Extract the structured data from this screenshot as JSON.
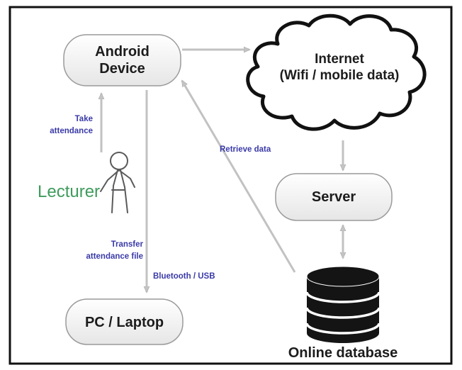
{
  "nodes": {
    "android": {
      "label_line1": "Android",
      "label_line2": "Device"
    },
    "internet": {
      "label_line1": "Internet",
      "label_line2": "(Wifi / mobile data)"
    },
    "server": {
      "label": "Server"
    },
    "pc": {
      "label": "PC / Laptop"
    },
    "database": {
      "label": "Online database"
    },
    "lecturer": {
      "label": "Lecturer"
    }
  },
  "edges": {
    "take_attendance": {
      "line1": "Take",
      "line2": "attendance"
    },
    "retrieve_data": {
      "label": "Retrieve data"
    },
    "transfer_file": {
      "line1": "Transfer",
      "line2": "attendance file"
    },
    "bluetooth_usb": {
      "label": "Bluetooth / USB"
    }
  },
  "colors": {
    "frame": "#111111",
    "node_fill": "#f2f2f2",
    "node_stroke": "#9a9a9a",
    "cloud_stroke": "#111111",
    "arrow": "#bdbdbd",
    "edge_label": "#3a3aa8",
    "lecturer_label": "#3f9b5c",
    "database": "#141414"
  }
}
